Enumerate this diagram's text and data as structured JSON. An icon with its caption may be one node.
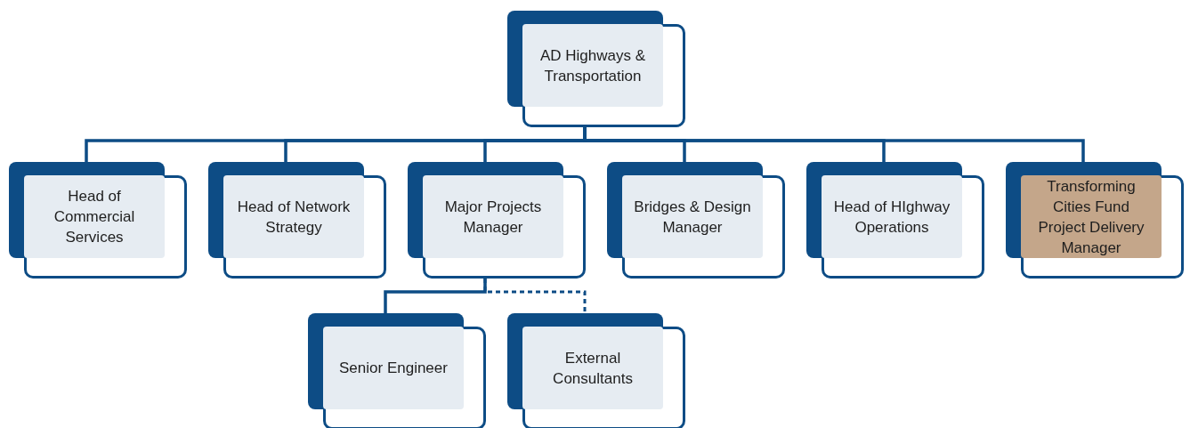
{
  "diagram": {
    "nodes": [
      {
        "text": [
          "AD Highways & Transportation"
        ]
      },
      {
        "text": [
          "Head of Commercial Services"
        ]
      },
      {
        "text": [
          "Head of Network Strategy"
        ]
      },
      {
        "text": [
          "Major Projects Manager"
        ]
      },
      {
        "text": [
          "Bridges & Design Manager"
        ]
      },
      {
        "text": [
          "Head of HIghway Operations"
        ]
      },
      {
        "text": [
          "Transforming Cities Fund Project Delivery Manager"
        ]
      },
      {
        "text": [
          "Senior Engineer"
        ]
      },
      {
        "text": [
          "External Consultants"
        ]
      }
    ],
    "edges": [
      {
        "from": 0,
        "to": 1,
        "arrow": "none"
      },
      {
        "from": 0,
        "to": 2,
        "arrow": "none"
      },
      {
        "from": 0,
        "to": 3,
        "arrow": "none"
      },
      {
        "from": 0,
        "to": 4,
        "arrow": "none"
      },
      {
        "from": 0,
        "to": 5,
        "arrow": "none"
      },
      {
        "from": 0,
        "to": 6,
        "arrow": "none"
      },
      {
        "from": 3,
        "to": 7,
        "arrow": "none"
      },
      {
        "from": 3,
        "to": 8,
        "arrow": "none",
        "style": "dashed"
      }
    ]
  }
}
